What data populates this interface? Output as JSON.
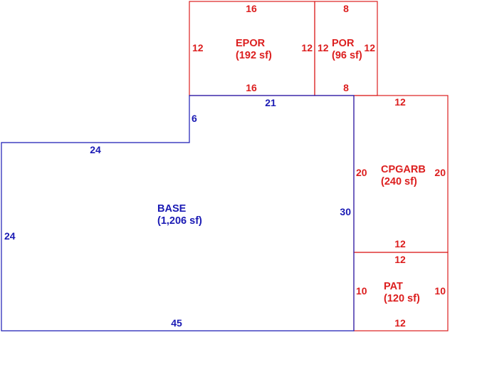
{
  "colors": {
    "base": "#1a1ab4",
    "addition": "#dc1e1e",
    "background": "#ffffff"
  },
  "areas": {
    "base": {
      "name": "BASE",
      "area": "(1,206 sf)",
      "dims": {
        "top_left": "24",
        "left": "24",
        "step": "6",
        "top_right": "21",
        "right": "30",
        "bottom": "45"
      }
    },
    "epor": {
      "name": "EPOR",
      "area": "(192 sf)",
      "dims": {
        "top": "16",
        "bottom": "16",
        "left": "12",
        "right": "12"
      }
    },
    "por": {
      "name": "POR",
      "area": "(96 sf)",
      "dims": {
        "top": "8",
        "bottom": "8",
        "left": "12",
        "right": "12"
      }
    },
    "cpgarb": {
      "name": "CPGARB",
      "area": "(240 sf)",
      "dims": {
        "top": "12",
        "bottom": "12",
        "left": "20",
        "right": "20"
      }
    },
    "pat": {
      "name": "PAT",
      "area": "(120 sf)",
      "dims": {
        "top": "12",
        "bottom": "12",
        "left": "10",
        "right": "10"
      }
    }
  }
}
